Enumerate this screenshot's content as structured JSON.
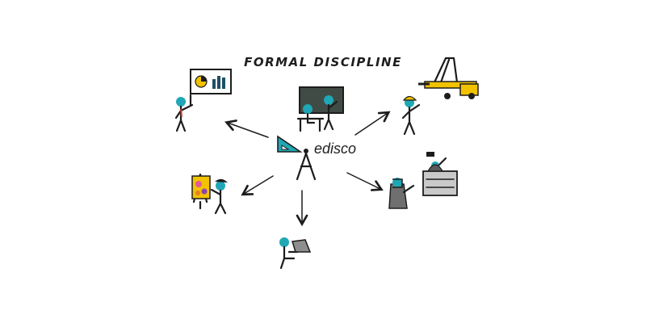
{
  "diagram": {
    "title": "FORMAL DISCIPLINE",
    "brand": "edisco",
    "colors": {
      "ink": "#1d1d1d",
      "head": "#1fa7b5",
      "yellow": "#f2c200",
      "board": "#3f4b44",
      "red": "#c0392b",
      "gray": "#8e8e8e"
    },
    "nodes": [
      {
        "name": "business-presenter",
        "icon": "presenter-chart-icon"
      },
      {
        "name": "teacher-classroom",
        "icon": "classroom-icon"
      },
      {
        "name": "construction-worker",
        "icon": "crane-worker-icon"
      },
      {
        "name": "artist-painter",
        "icon": "painter-easel-icon"
      },
      {
        "name": "laptop-user",
        "icon": "laptop-icon"
      },
      {
        "name": "judge-court",
        "icon": "judge-gavel-icon"
      }
    ]
  }
}
